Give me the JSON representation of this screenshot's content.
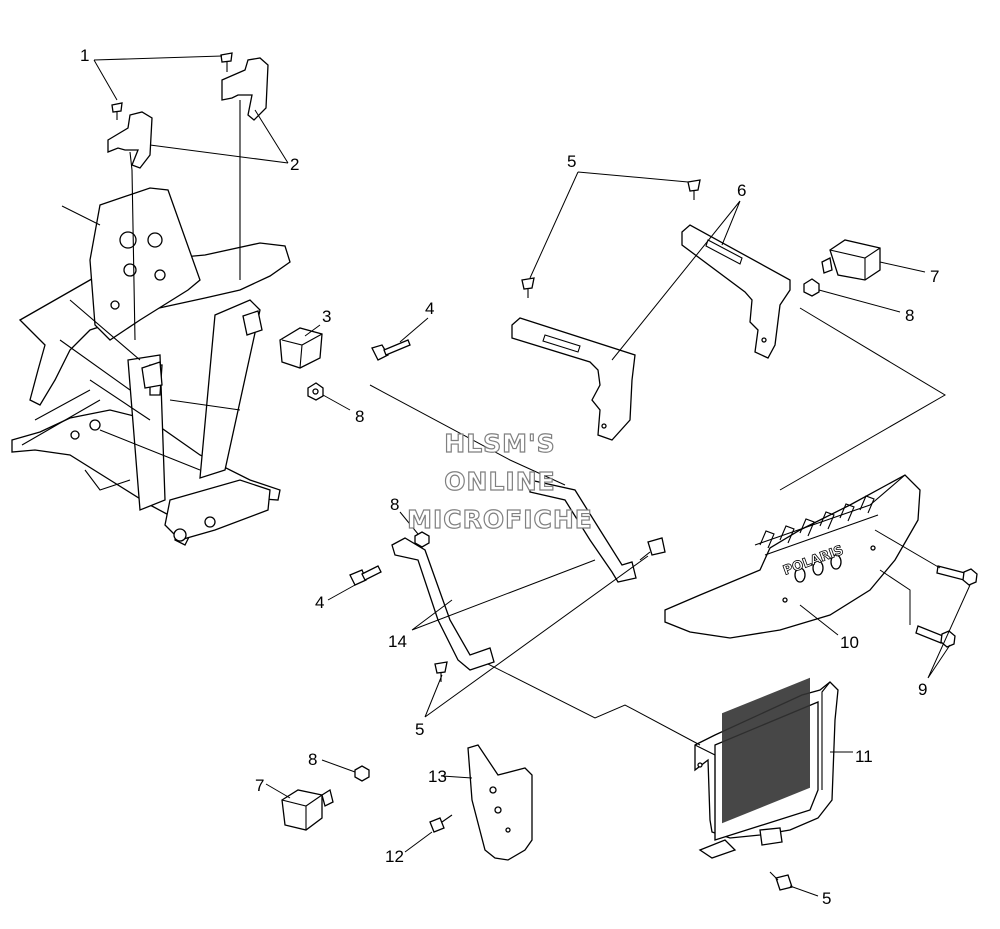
{
  "diagram": {
    "callouts": [
      "1",
      "2",
      "3",
      "4",
      "4",
      "5",
      "5",
      "5",
      "6",
      "7",
      "7",
      "8",
      "8",
      "8",
      "8",
      "9",
      "10",
      "11",
      "12",
      "13",
      "14"
    ],
    "watermark": [
      "HLSM'S",
      "ONLINE",
      "MICROFICHE"
    ],
    "bumper_logo": "POLARIS"
  }
}
